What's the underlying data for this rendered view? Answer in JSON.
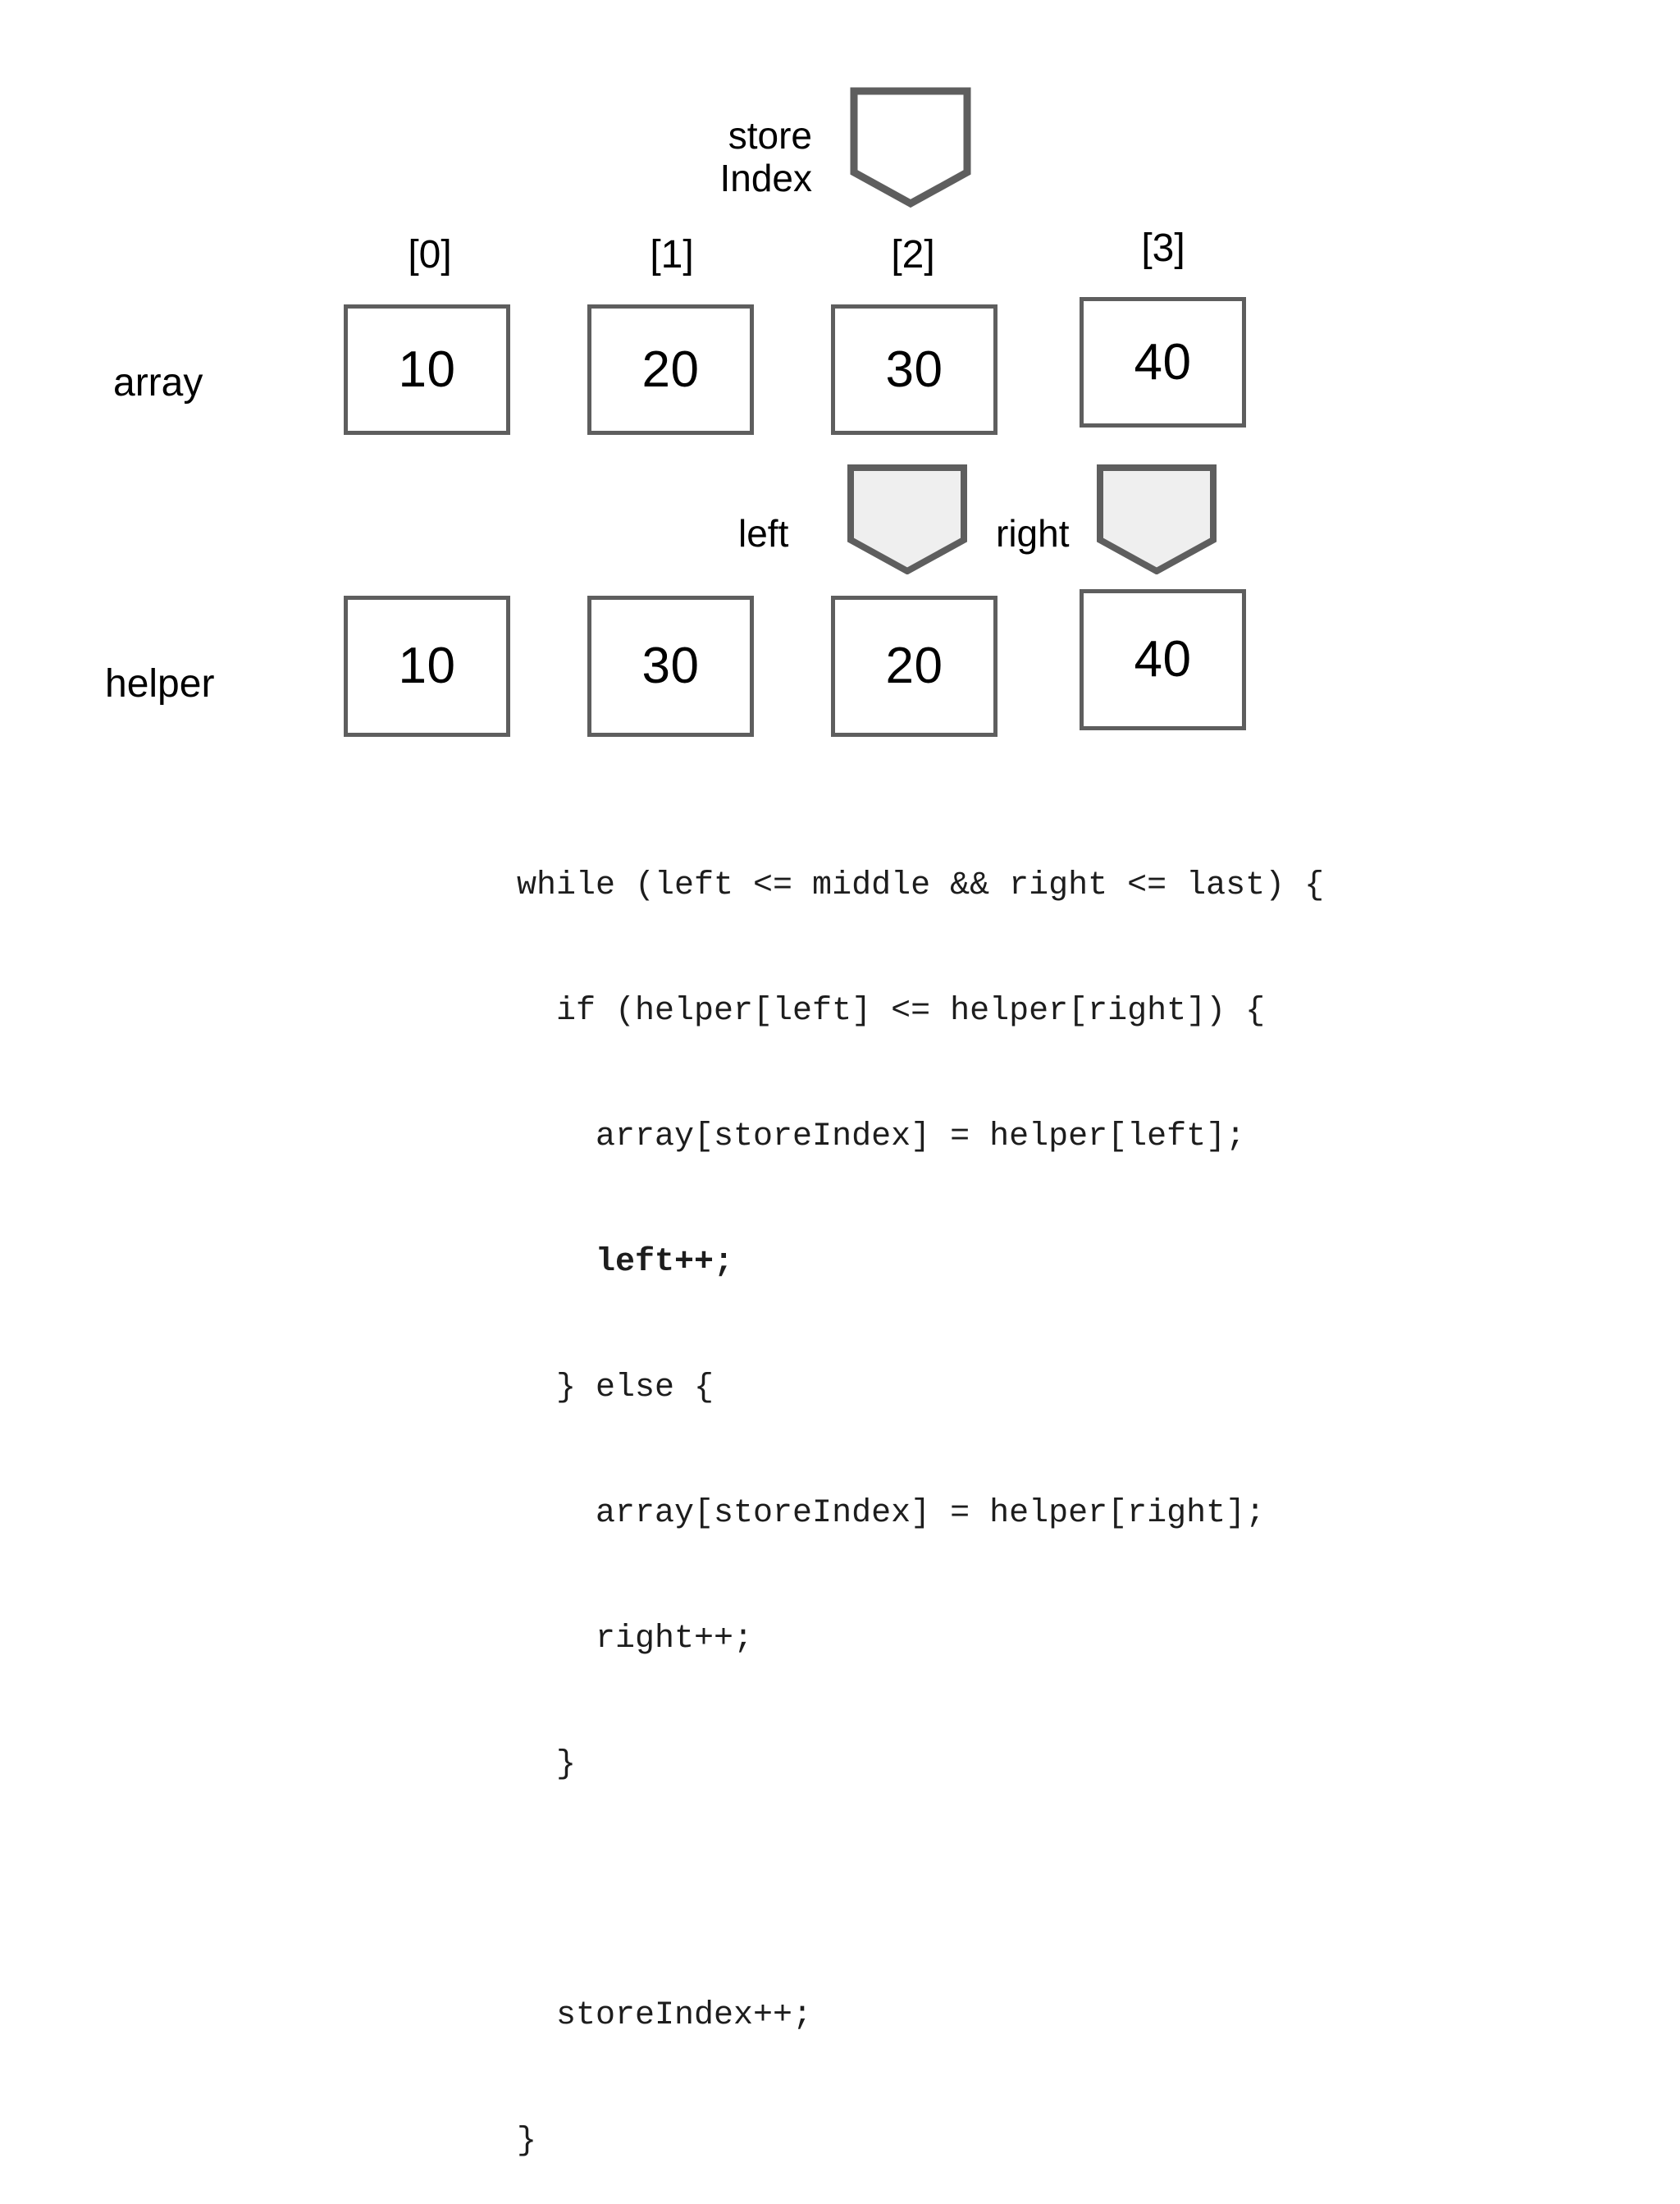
{
  "diagram": {
    "title_pointer": {
      "name": "storeIndex",
      "label": "store\nIndex",
      "points_to_index": 2,
      "fill": "#ffffff",
      "stroke": "#5e5e5e"
    },
    "index_labels": [
      "[0]",
      "[1]",
      "[2]",
      "[3]"
    ],
    "rows": [
      {
        "name": "array",
        "label": "array",
        "values": [
          "10",
          "20",
          "30",
          "40"
        ]
      },
      {
        "name": "helper",
        "label": "helper",
        "values": [
          "10",
          "30",
          "20",
          "40"
        ]
      }
    ],
    "pointers": [
      {
        "name": "left",
        "label": "left",
        "points_to_index": 2,
        "fill": "#efefef",
        "stroke": "#5e5e5e"
      },
      {
        "name": "right",
        "label": "right",
        "points_to_index": 3,
        "fill": "#efefef",
        "stroke": "#5e5e5e"
      }
    ],
    "code": {
      "language": "java",
      "lines": [
        {
          "text": "while (left <= middle && right <= last) {",
          "bold": false
        },
        {
          "text": "  if (helper[left] <= helper[right]) {",
          "bold": false
        },
        {
          "text": "    array[storeIndex] = helper[left];",
          "bold": false
        },
        {
          "text": "    left++;",
          "bold": true
        },
        {
          "text": "  } else {",
          "bold": false
        },
        {
          "text": "    array[storeIndex] = helper[right];",
          "bold": false
        },
        {
          "text": "    right++;",
          "bold": false
        },
        {
          "text": "  }",
          "bold": false
        },
        {
          "text": "",
          "bold": false
        },
        {
          "text": "  storeIndex++;",
          "bold": false
        },
        {
          "text": "}",
          "bold": false
        }
      ]
    },
    "colors": {
      "box_stroke": "#5e5e5e",
      "box_fill": "#ffffff",
      "pointer_fill_active": "#efefef",
      "pointer_fill_store": "#ffffff",
      "text": "#000000",
      "code_text": "#1d1d1d",
      "background": "#ffffff"
    }
  }
}
